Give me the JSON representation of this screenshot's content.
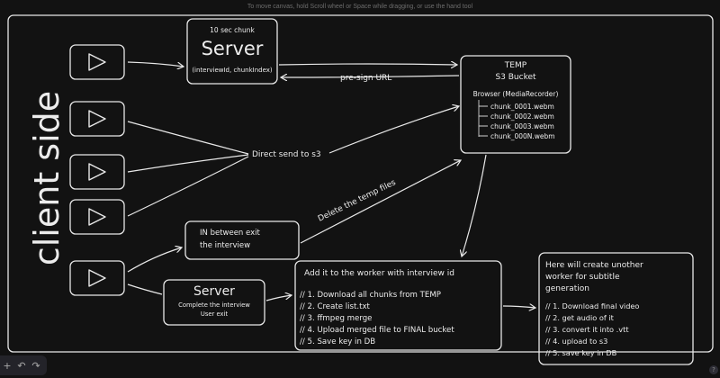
{
  "hint": "To move canvas, hold Scroll wheel or Space while dragging, or use the hand tool",
  "toolbar": {
    "add_icon": "+",
    "undo_icon": "↶",
    "redo_icon": "↷"
  },
  "side_label": "client side",
  "server_top": {
    "caption": "10 sec chunk",
    "title": "Server",
    "params": "(interviewId, chunkIndex)"
  },
  "presign_label": "pre-sign URL",
  "s3": {
    "title_line1": "TEMP",
    "title_line2": "S3 Bucket",
    "browser_label": "Browser (MediaRecorder)",
    "chunks": [
      "chunk_0001.webm",
      "chunk_0002.webm",
      "chunk_0003.webm",
      "chunk_000N.webm"
    ]
  },
  "direct_label": "Direct send to s3",
  "delete_label": "Delete the temp files",
  "exit_box": {
    "line1": "IN between exit",
    "line2": "the interview"
  },
  "server_bottom": {
    "title": "Server",
    "line1": "Complete the interview",
    "line2": "User exit"
  },
  "worker": {
    "title": "Add it to the worker with interview id",
    "steps": [
      "// 1. Download all chunks from TEMP",
      "// 2. Create list.txt",
      "// 3. ffmpeg merge",
      "// 4. Upload merged file to FINAL bucket",
      "// 5. Save key in DB"
    ]
  },
  "subtitle": {
    "title_lines": [
      "Here will create unother",
      "worker for subtitle",
      "generation"
    ],
    "steps": [
      "// 1. Download final video",
      "// 2. get audio of it",
      "// 3. convert it into .vtt",
      "// 4. upload to s3",
      "// 5. save key in DB"
    ]
  }
}
